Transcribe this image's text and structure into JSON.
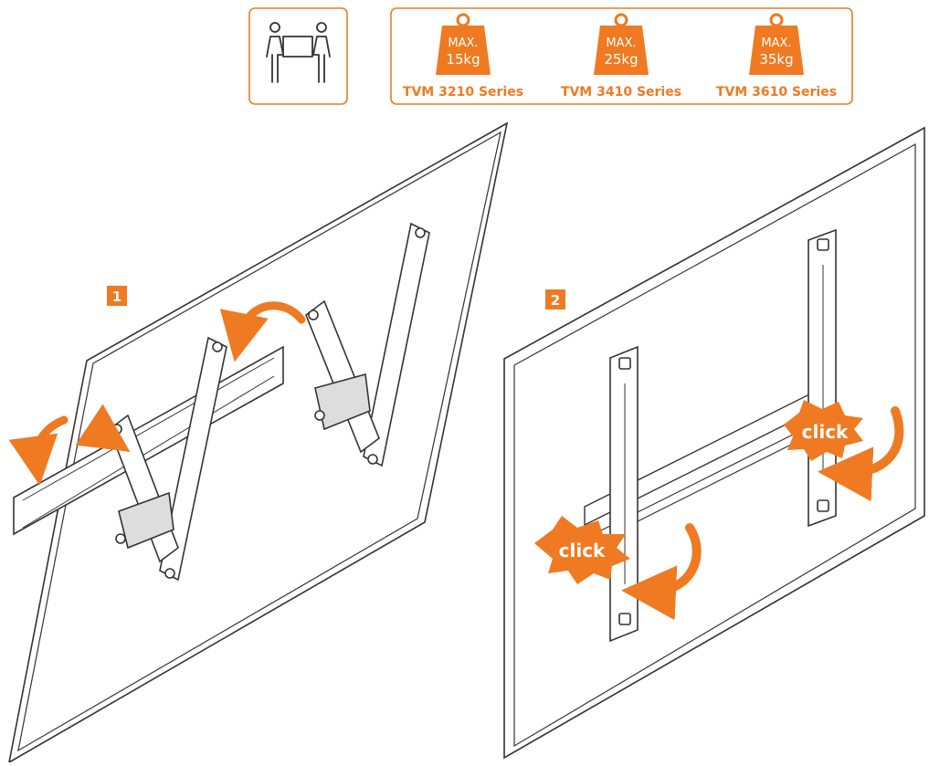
{
  "accent_color": "#ef7a21",
  "line_color": "#333333",
  "people_icon": "two-persons-carrying-icon",
  "weight_icon": "weight-icon",
  "weights": [
    {
      "max_label": "MAX.",
      "kg": "15kg",
      "series": "TVM 3210 Series"
    },
    {
      "max_label": "MAX.",
      "kg": "25kg",
      "series": "TVM 3410 Series"
    },
    {
      "max_label": "MAX.",
      "kg": "35kg",
      "series": "TVM 3610 Series"
    }
  ],
  "steps": [
    {
      "number": "1"
    },
    {
      "number": "2",
      "click_label": "click"
    }
  ]
}
